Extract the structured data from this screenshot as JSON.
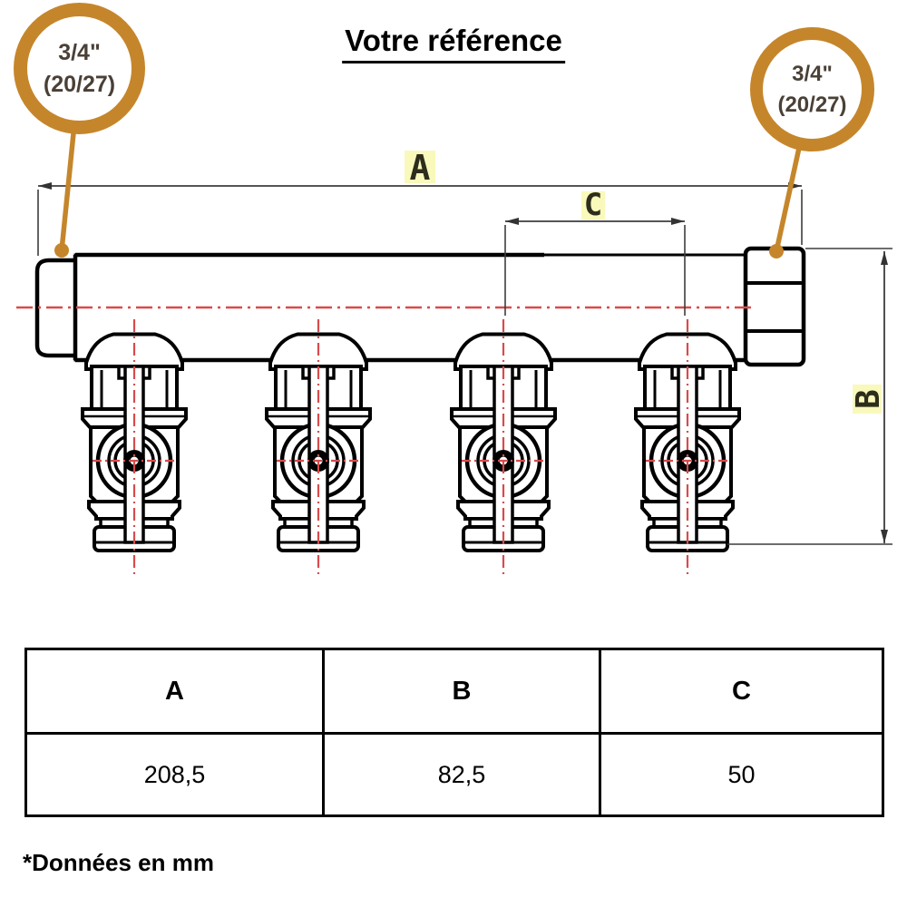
{
  "title": "Votre référence",
  "callout_left": {
    "size": "3/4\"",
    "thread": "(20/27)"
  },
  "callout_right": {
    "size": "3/4\"",
    "thread": "(20/27)"
  },
  "dimensions": {
    "a": "A",
    "b": "B",
    "c": "C"
  },
  "table": {
    "headers": [
      "A",
      "B",
      "C"
    ],
    "values": [
      "208,5",
      "82,5",
      "50"
    ]
  },
  "note": "*Données en mm",
  "colors": {
    "accent_orange": "#c5862b",
    "centerline_red": "#d94b4b",
    "label_highlight": "#f9f9bb",
    "outline": "#000000"
  }
}
